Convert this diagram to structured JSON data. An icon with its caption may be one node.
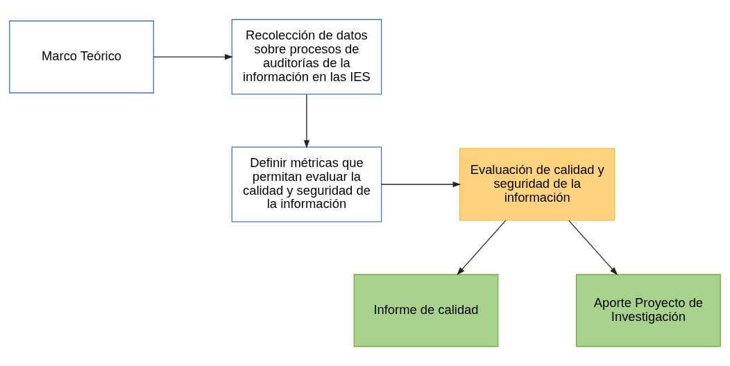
{
  "diagram": {
    "nodes": [
      {
        "text": [
          "Marco Teórico"
        ]
      },
      {
        "text": [
          "Recolección de datos sobre procesos de auditorías de la información en las IES"
        ]
      },
      {
        "text": [
          "Definir métricas que permitan evaluar la calidad y seguridad de la información"
        ]
      },
      {
        "text": [
          "Evaluación de calidad y seguridad de la información"
        ]
      },
      {
        "text": [
          "Informe de calidad"
        ]
      },
      {
        "text": [
          "Aporte Proyecto de Investigación"
        ]
      }
    ],
    "edges": [
      {
        "from": 0,
        "to": 1,
        "arrow": "to"
      },
      {
        "from": 1,
        "to": 2,
        "arrow": "to"
      },
      {
        "from": 2,
        "to": 3,
        "arrow": "to"
      },
      {
        "from": 3,
        "to": 4,
        "arrow": "to"
      },
      {
        "from": 3,
        "to": 5,
        "arrow": "to"
      }
    ]
  }
}
